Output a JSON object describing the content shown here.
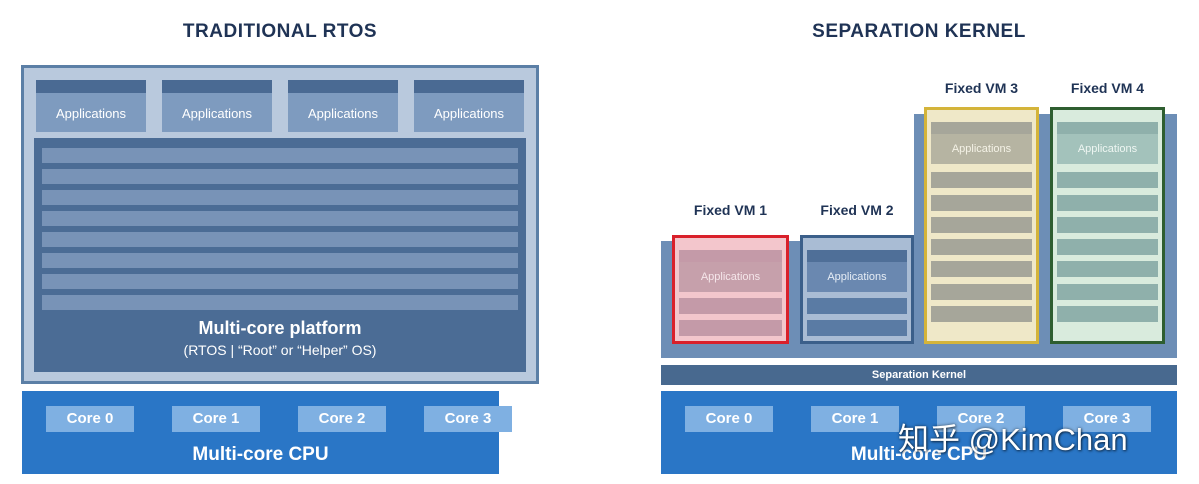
{
  "left": {
    "title": "TRADITIONAL RTOS",
    "applications": [
      "Applications",
      "Applications",
      "Applications",
      "Applications"
    ],
    "platform_title": "Multi-core platform",
    "platform_subtitle": "(RTOS | “Root” or “Helper” OS)",
    "cores": [
      "Core 0",
      "Core 1",
      "Core 2",
      "Core 3"
    ],
    "cpu_label": "Multi-core CPU"
  },
  "right": {
    "title": "SEPARATION KERNEL",
    "vms": [
      {
        "label": "Fixed VM 1",
        "app": "Applications",
        "border_color": "#d9202a"
      },
      {
        "label": "Fixed VM 2",
        "app": "Applications",
        "border_color": "#3b5f8a"
      },
      {
        "label": "Fixed VM 3",
        "app": "Applications",
        "border_color": "#d4b43a"
      },
      {
        "label": "Fixed VM 4",
        "app": "Applications",
        "border_color": "#2e5e30"
      }
    ],
    "separation_kernel": "Separation Kernel",
    "cores": [
      "Core 0",
      "Core 1",
      "Core 2",
      "Core 3"
    ],
    "cpu_label": "Multi-core CPU"
  },
  "watermark": "知乎 @KimChan",
  "colors": {
    "cpu_blue": "#2a76c6",
    "platform_blue": "#4b6c95",
    "core_light": "#7fb0e2"
  }
}
